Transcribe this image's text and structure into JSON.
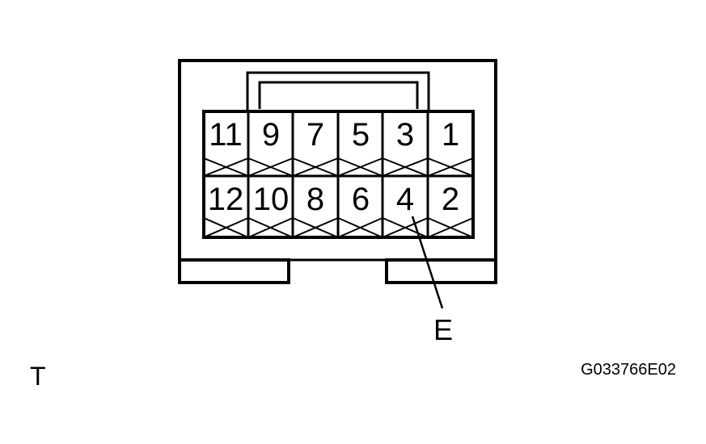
{
  "connector": {
    "top_row": [
      "11",
      "9",
      "7",
      "5",
      "3",
      "1"
    ],
    "bottom_row": [
      "12",
      "10",
      "8",
      "6",
      "4",
      "2"
    ]
  },
  "callout": {
    "label": "E",
    "points_to_pin": "4"
  },
  "corner_label": "T",
  "figure_code": "G033766E02"
}
